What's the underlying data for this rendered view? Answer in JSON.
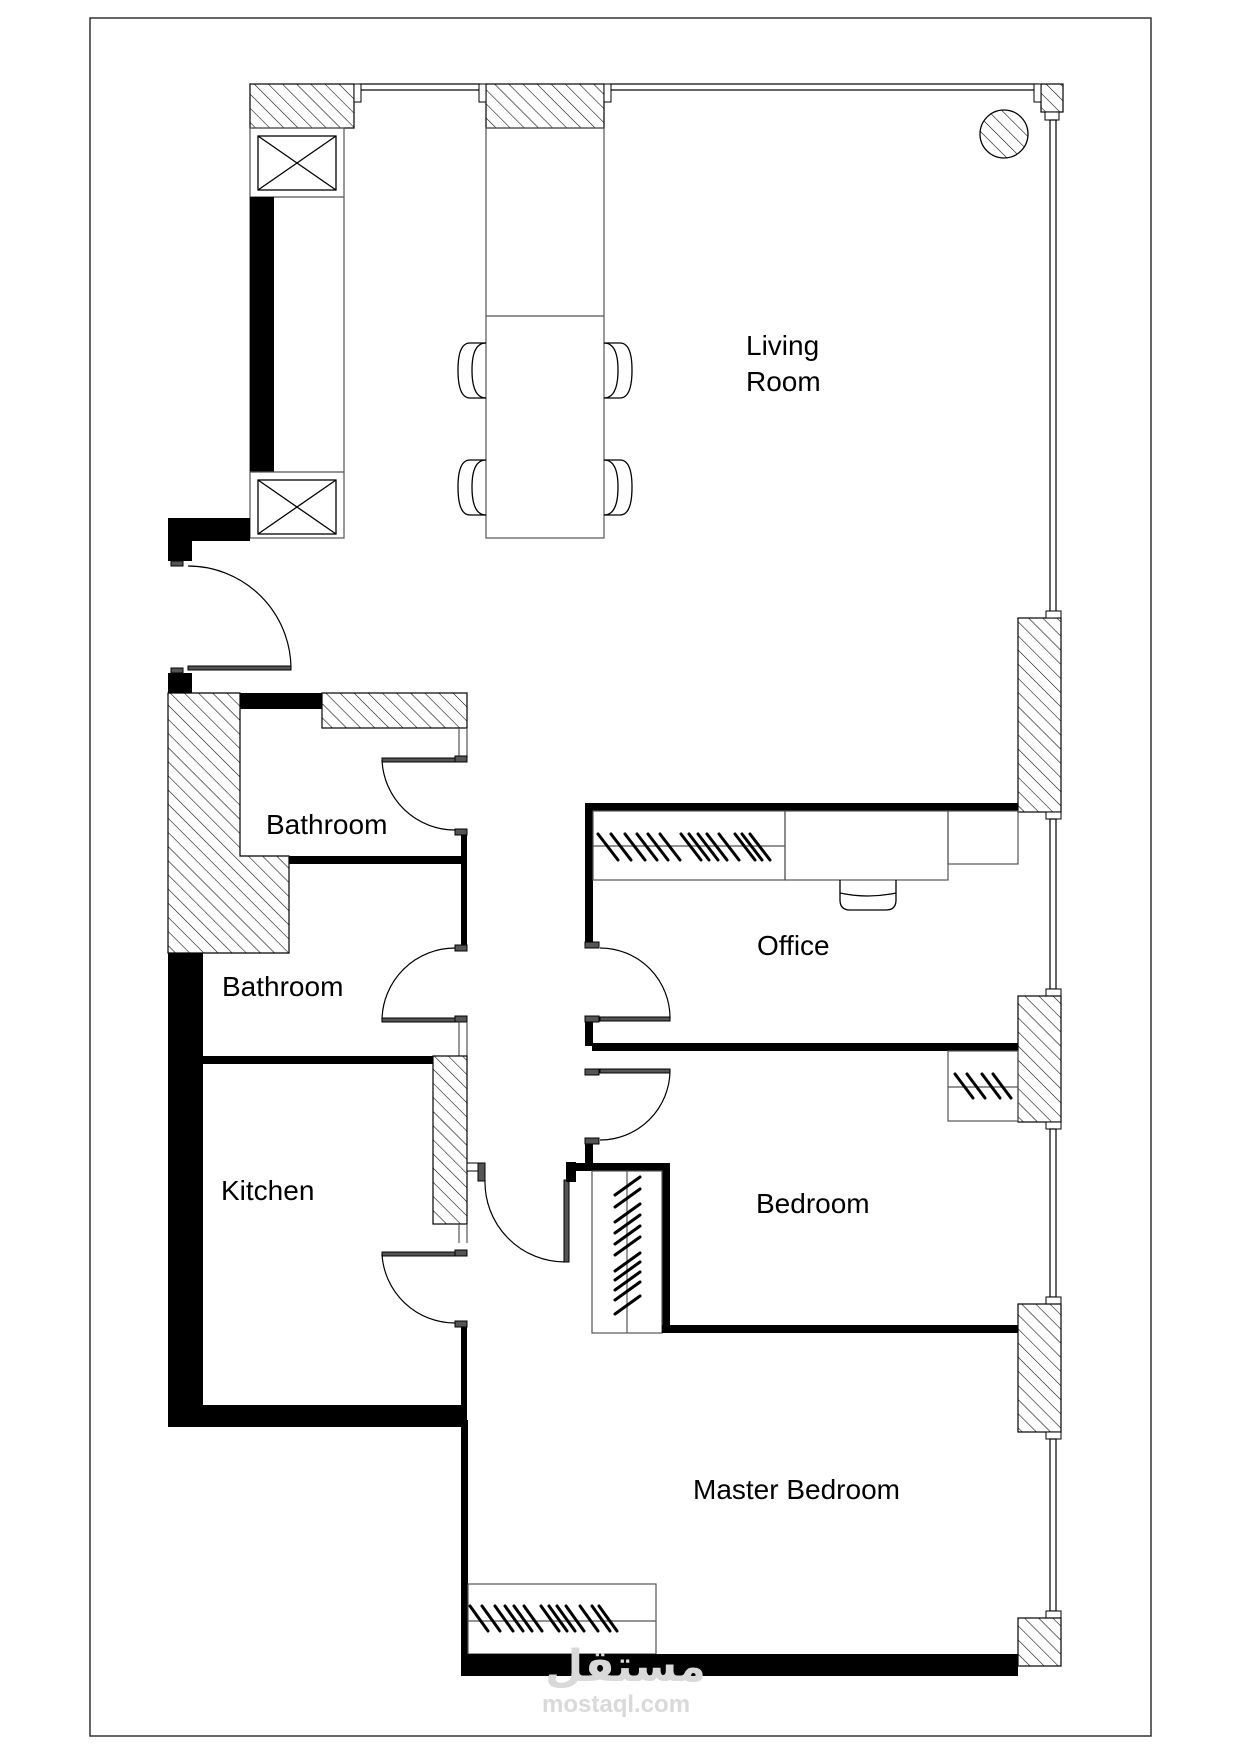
{
  "drawing": {
    "type": "architectural floor plan",
    "colors": {
      "wall": "#000000",
      "line": "#000000",
      "door_leaf": "#555555",
      "background": "#ffffff",
      "watermark": "#d9d9d9"
    }
  },
  "rooms": {
    "living_room": {
      "line1": "Living",
      "line2": "Room"
    },
    "bathroom_1": "Bathroom",
    "bathroom_2": "Bathroom",
    "kitchen": "Kitchen",
    "office": "Office",
    "bedroom": "Bedroom",
    "master_bedroom": "Master Bedroom"
  },
  "watermark": {
    "arabic": "مستقل",
    "latin": "mostaql.com"
  }
}
